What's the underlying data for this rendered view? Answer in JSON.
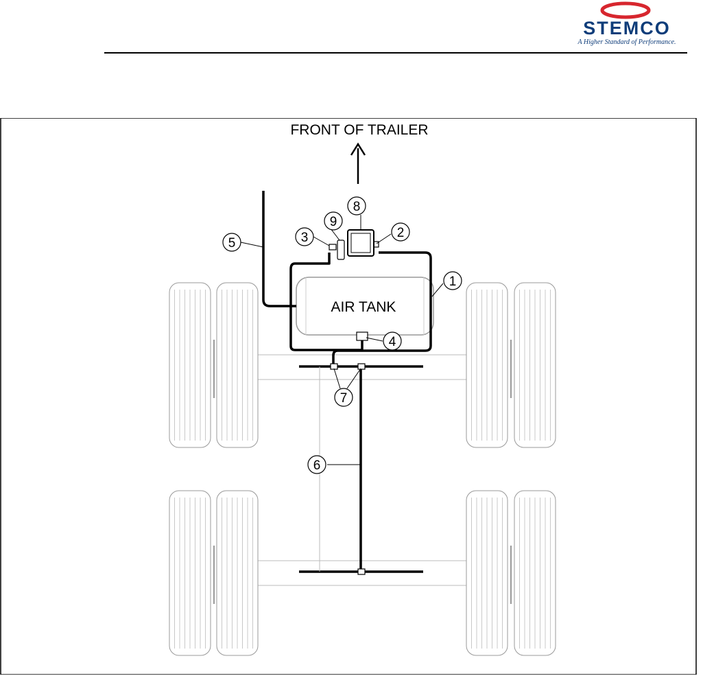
{
  "brand": {
    "name": "STEMCO",
    "tagline": "A Higher Standard of Performance.",
    "colors": {
      "red": "#d7262e",
      "blue": "#0f3d7a"
    }
  },
  "diagram": {
    "direction_label": "FRONT OF TRAILER",
    "tank_label": "AIR TANK",
    "callouts": [
      "1",
      "2",
      "3",
      "4",
      "5",
      "6",
      "7",
      "8",
      "9"
    ]
  }
}
